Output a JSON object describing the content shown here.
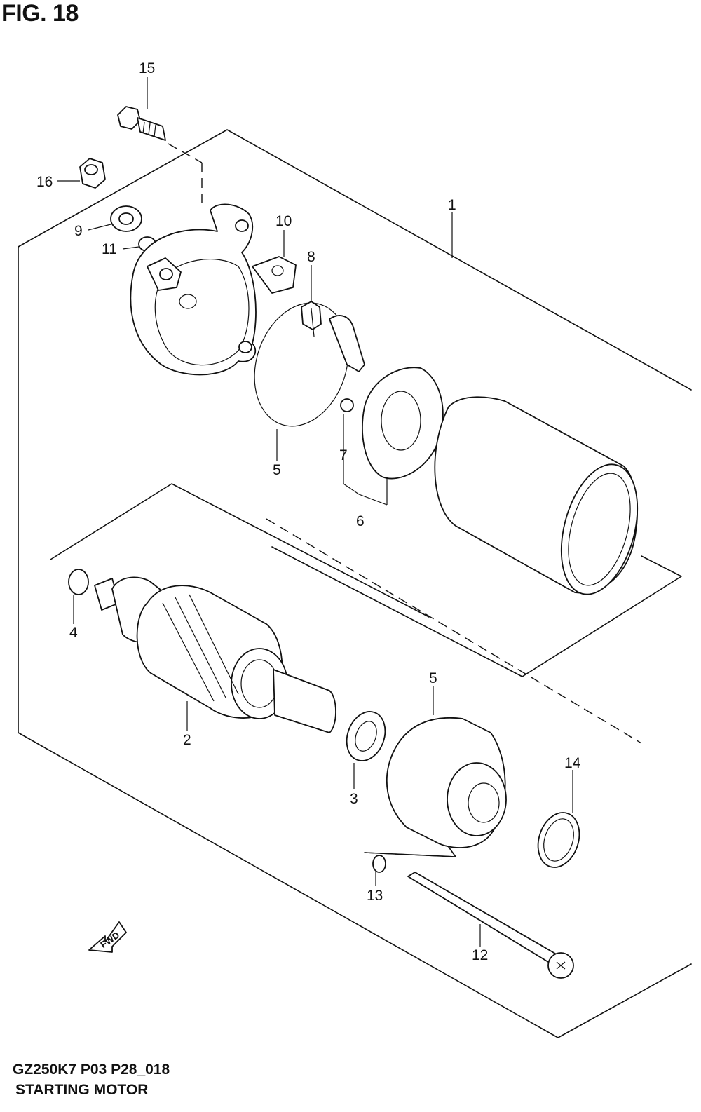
{
  "figure": {
    "title": "FIG. 18"
  },
  "footer": {
    "code": "GZ250K7 P03 P28_018",
    "name": "STARTING MOTOR"
  },
  "fwd_arrow": {
    "label": "FWD"
  },
  "callouts": {
    "c1": "1",
    "c2": "2",
    "c3": "3",
    "c4": "4",
    "c5a": "5",
    "c5b": "5",
    "c6": "6",
    "c7": "7",
    "c8": "8",
    "c9": "9",
    "c10": "10",
    "c11": "11",
    "c12": "12",
    "c13": "13",
    "c14": "14",
    "c15": "15",
    "c16": "16"
  }
}
